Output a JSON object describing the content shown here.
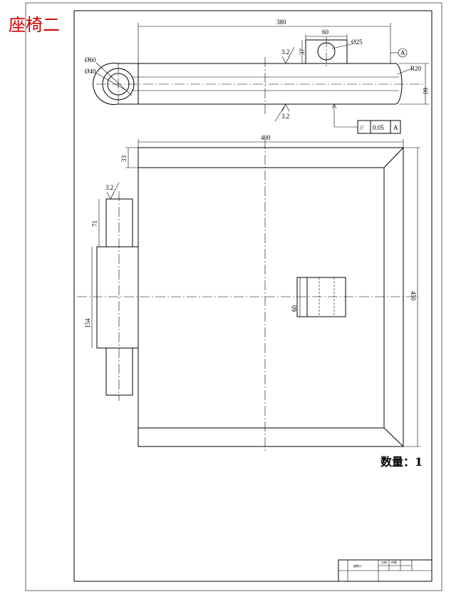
{
  "title": "座椅二",
  "top_view": {
    "dim_length": "380",
    "dim_block": "60",
    "dim_hole": "Ø25",
    "dim_outer": "Ø60",
    "dim_inner": "Ø40",
    "dim_radius": "R20",
    "dim_height": "60",
    "dim_offset": "37",
    "roughness_top": "3.2",
    "roughness_bottom": "3.2",
    "datum": "A",
    "tolerance_symbol": "//",
    "tolerance_value": "0.05",
    "tolerance_datum": "A"
  },
  "front_view": {
    "dim_width": "400",
    "dim_top_band": "33",
    "dim_height": "450",
    "dim_pin_short": "71",
    "dim_pin_long": "154",
    "dim_block": "60",
    "roughness": "3.2"
  },
  "quantity_label": "数量：1",
  "title_block": {
    "name": "座椅二",
    "c1": "比例",
    "c2": "件数"
  }
}
